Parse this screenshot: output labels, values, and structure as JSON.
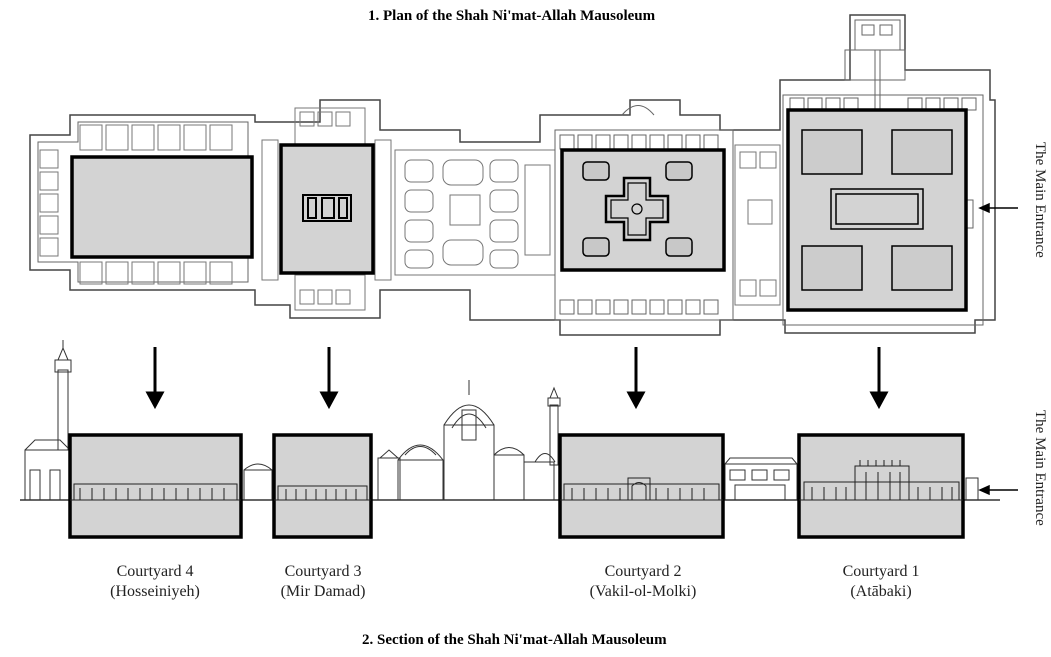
{
  "titles": {
    "plan": "1. Plan of the Shah Ni'mat-Allah Mausoleum",
    "section": "2. Section of the Shah Ni'mat-Allah Mausoleum"
  },
  "entrance": {
    "plan_label": "The Main Entrance",
    "section_label": "The Main Entrance"
  },
  "courtyards": [
    {
      "name": "Courtyard 4",
      "sub": "(Hosseiniyeh)"
    },
    {
      "name": "Courtyard 3",
      "sub": "(Mir Damad)"
    },
    {
      "name": "Courtyard 2",
      "sub": "(Vakil-ol-Molki)"
    },
    {
      "name": "Courtyard 1",
      "sub": "(Atābaki)"
    }
  ],
  "colors": {
    "fill": "#d3d3d3",
    "line": "#000000"
  }
}
